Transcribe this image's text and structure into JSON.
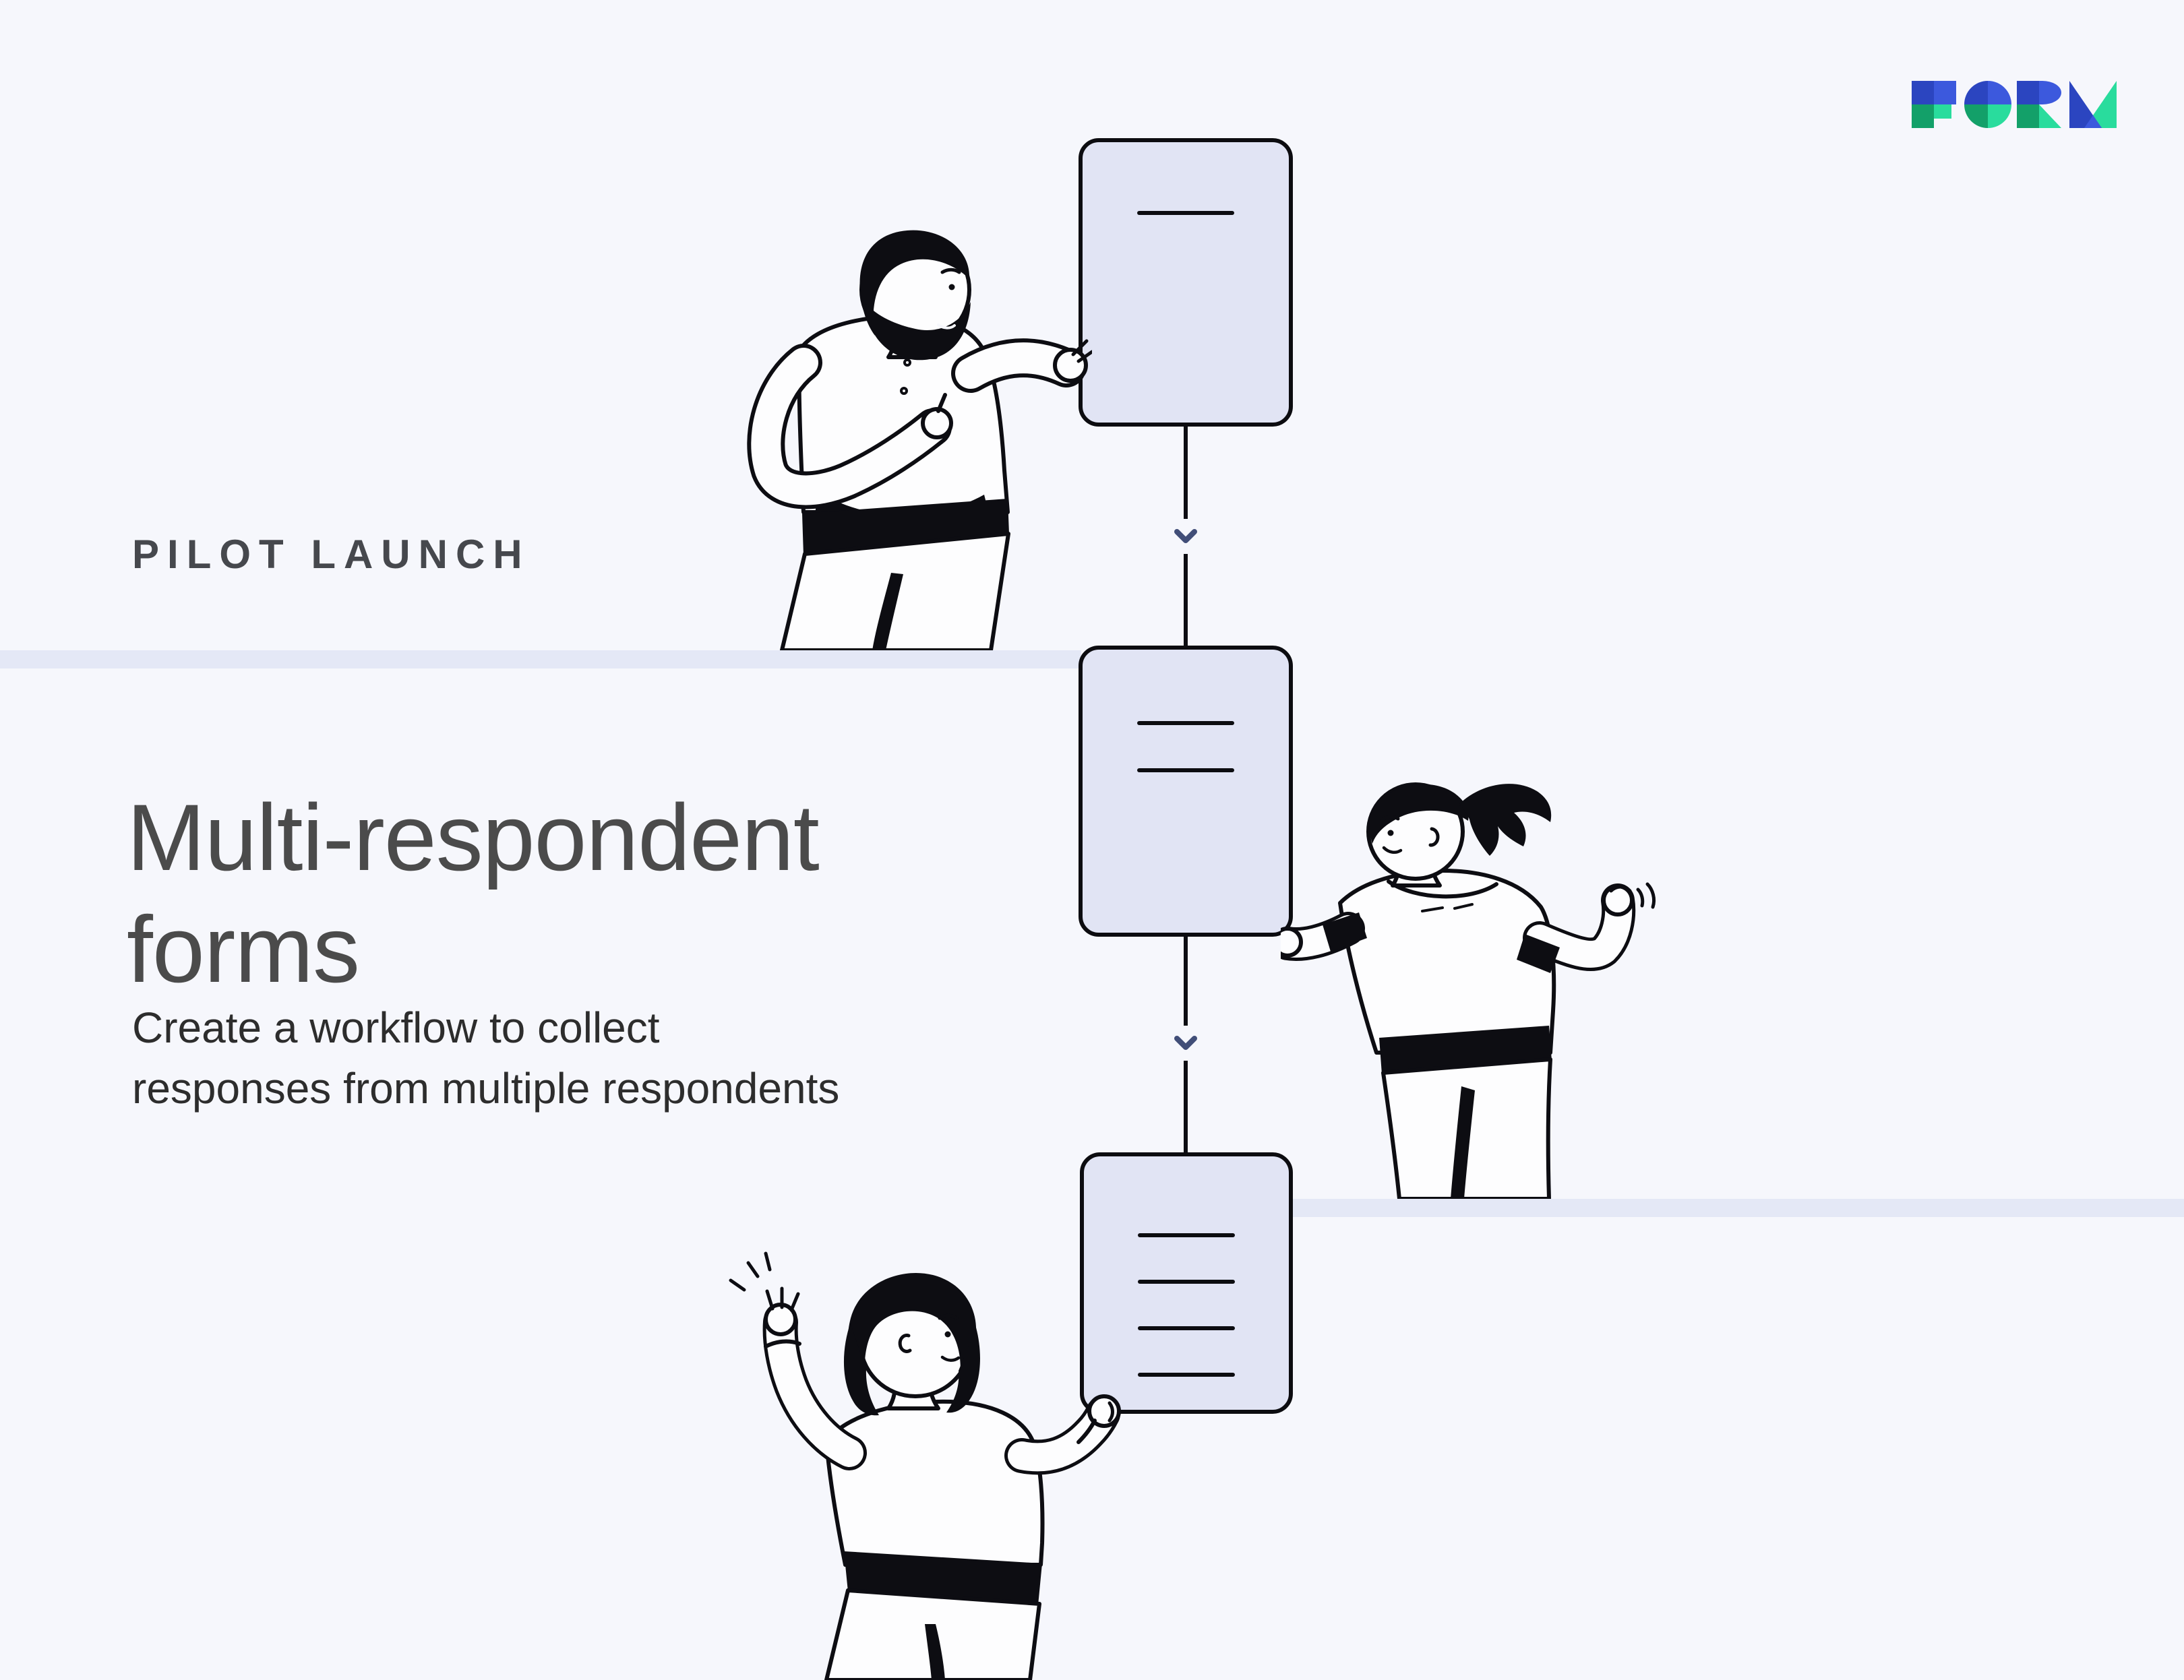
{
  "theme": {
    "bg": "#f6f7fc",
    "stripe": "#e4e8f6",
    "card_fill": "#e1e4f4",
    "card_border": "#0c0c10",
    "ink": "#0d0d12",
    "chevron": "#414e78",
    "eyebrow_color": "#46484d",
    "title_color": "#4b4b4b",
    "subtitle_color": "#2d2d2d"
  },
  "logo": {
    "text": "FORM",
    "colors": {
      "blue_dark": "#2b45c0",
      "blue": "#3c59dd",
      "green_dark": "#13a069",
      "green": "#29dc9d"
    }
  },
  "eyebrow": {
    "text": "PILOT LAUNCH"
  },
  "title": {
    "line1": "Multi-respondent",
    "line2": "forms"
  },
  "subtitle": {
    "line1": "Create a workflow to collect",
    "line2": "responses from multiple respondents"
  },
  "workflow": {
    "description": "Three blank form cards connected vertically by a line with downward chevrons",
    "cards": [
      {
        "name": "form-step-1",
        "line_count": 1
      },
      {
        "name": "form-step-2",
        "line_count": 2
      },
      {
        "name": "form-step-3",
        "line_count": 4
      }
    ],
    "chevron_count": 2
  },
  "illustration": {
    "figures": [
      {
        "name": "man-with-beard-pointing-at-first-form"
      },
      {
        "name": "woman-with-ponytail-holding-second-form"
      },
      {
        "name": "woman-with-bob-waving-and-holding-third-form"
      }
    ]
  }
}
